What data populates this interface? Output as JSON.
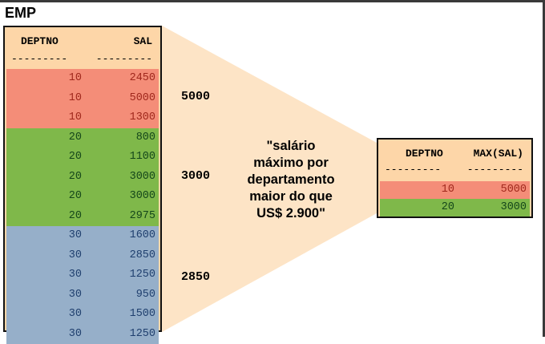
{
  "title": "EMP",
  "emp_table": {
    "headers": {
      "deptno": "DEPTNO",
      "sal": "SAL"
    },
    "dashes": {
      "deptno": "---------",
      "sal": "---------"
    },
    "rows": [
      {
        "deptno": "10",
        "sal": "2450",
        "group": "10"
      },
      {
        "deptno": "10",
        "sal": "5000",
        "group": "10"
      },
      {
        "deptno": "10",
        "sal": "1300",
        "group": "10"
      },
      {
        "deptno": "20",
        "sal": "800",
        "group": "20"
      },
      {
        "deptno": "20",
        "sal": "1100",
        "group": "20"
      },
      {
        "deptno": "20",
        "sal": "3000",
        "group": "20"
      },
      {
        "deptno": "20",
        "sal": "3000",
        "group": "20"
      },
      {
        "deptno": "20",
        "sal": "2975",
        "group": "20"
      },
      {
        "deptno": "30",
        "sal": "1600",
        "group": "30"
      },
      {
        "deptno": "30",
        "sal": "2850",
        "group": "30"
      },
      {
        "deptno": "30",
        "sal": "1250",
        "group": "30"
      },
      {
        "deptno": "30",
        "sal": "950",
        "group": "30"
      },
      {
        "deptno": "30",
        "sal": "1500",
        "group": "30"
      },
      {
        "deptno": "30",
        "sal": "1250",
        "group": "30"
      }
    ]
  },
  "group_max": {
    "dept10": "5000",
    "dept20": "3000",
    "dept30": "2850"
  },
  "criteria": {
    "line1": "\"salário",
    "line2": "máximo por",
    "line3": "departamento",
    "line4": "maior do que",
    "line5": "US$ 2.900\""
  },
  "result_table": {
    "headers": {
      "deptno": "DEPTNO",
      "max_sal": "MAX(SAL)"
    },
    "dashes": {
      "deptno": "---------",
      "max_sal": "---------"
    },
    "rows": [
      {
        "deptno": "10",
        "max_sal": "5000"
      },
      {
        "deptno": "20",
        "max_sal": "3000"
      }
    ]
  },
  "colors": {
    "dept10": "#f48d78",
    "dept20": "#7fb84a",
    "dept30": "#96afc9",
    "table_bg": "#fdd6a8",
    "funnel": "#fde4c6"
  }
}
